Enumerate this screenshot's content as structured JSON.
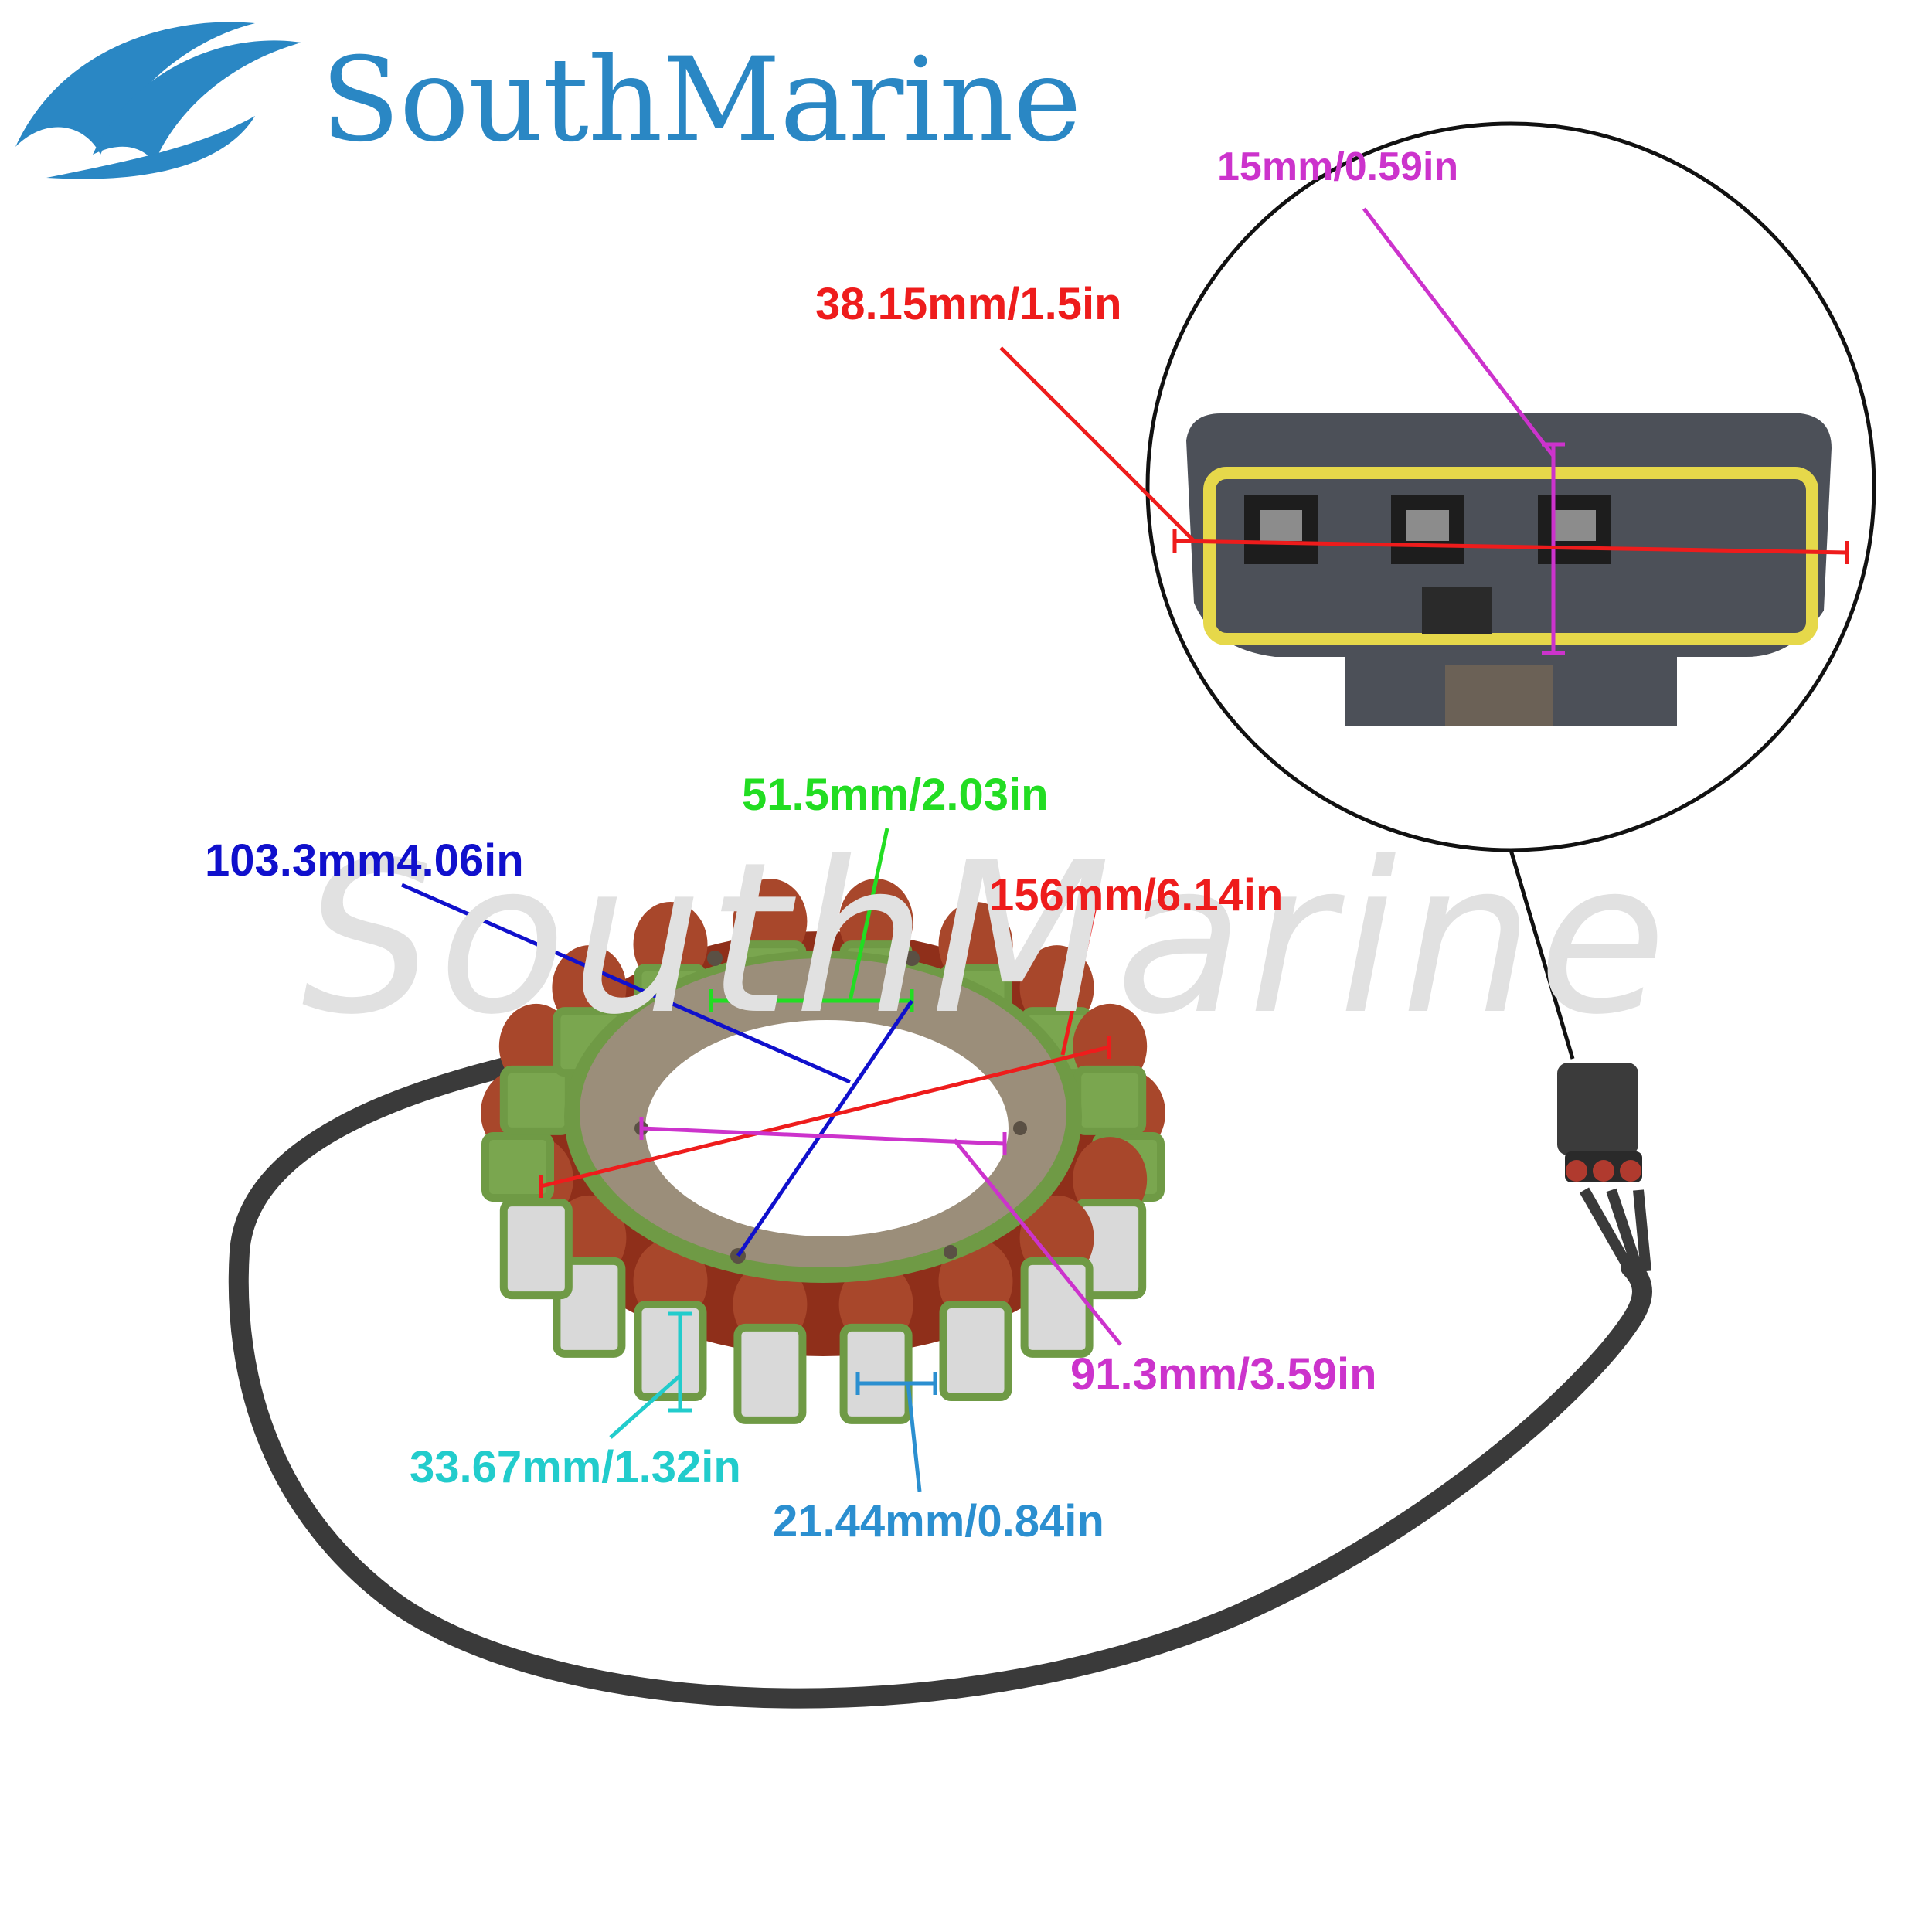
{
  "brand": {
    "name": "SouthMarine",
    "color": "#2a87c4",
    "icon": "wave-logo-icon"
  },
  "watermark": {
    "text": "SouthMarine"
  },
  "dimensions": {
    "connector_height": {
      "label": "15mm/0.59in",
      "color": "#cc33cc"
    },
    "connector_width": {
      "label": "38.15mm/1.5in",
      "color": "#ee1c1c"
    },
    "bolt_spacing": {
      "label": "51.5mm/2.03in",
      "color": "#22dd22"
    },
    "bolt_circle": {
      "label": "103.3mm4.06in",
      "color": "#1010cc"
    },
    "outer_diameter": {
      "label": "156mm/6.14in",
      "color": "#ee1c1c"
    },
    "inner_diameter": {
      "label": "91.3mm/3.59in",
      "color": "#cc33cc"
    },
    "pole_height": {
      "label": "33.67mm/1.32in",
      "color": "#22cccc"
    },
    "pole_width": {
      "label": "21.44mm/0.84in",
      "color": "#2b8fd0"
    }
  }
}
